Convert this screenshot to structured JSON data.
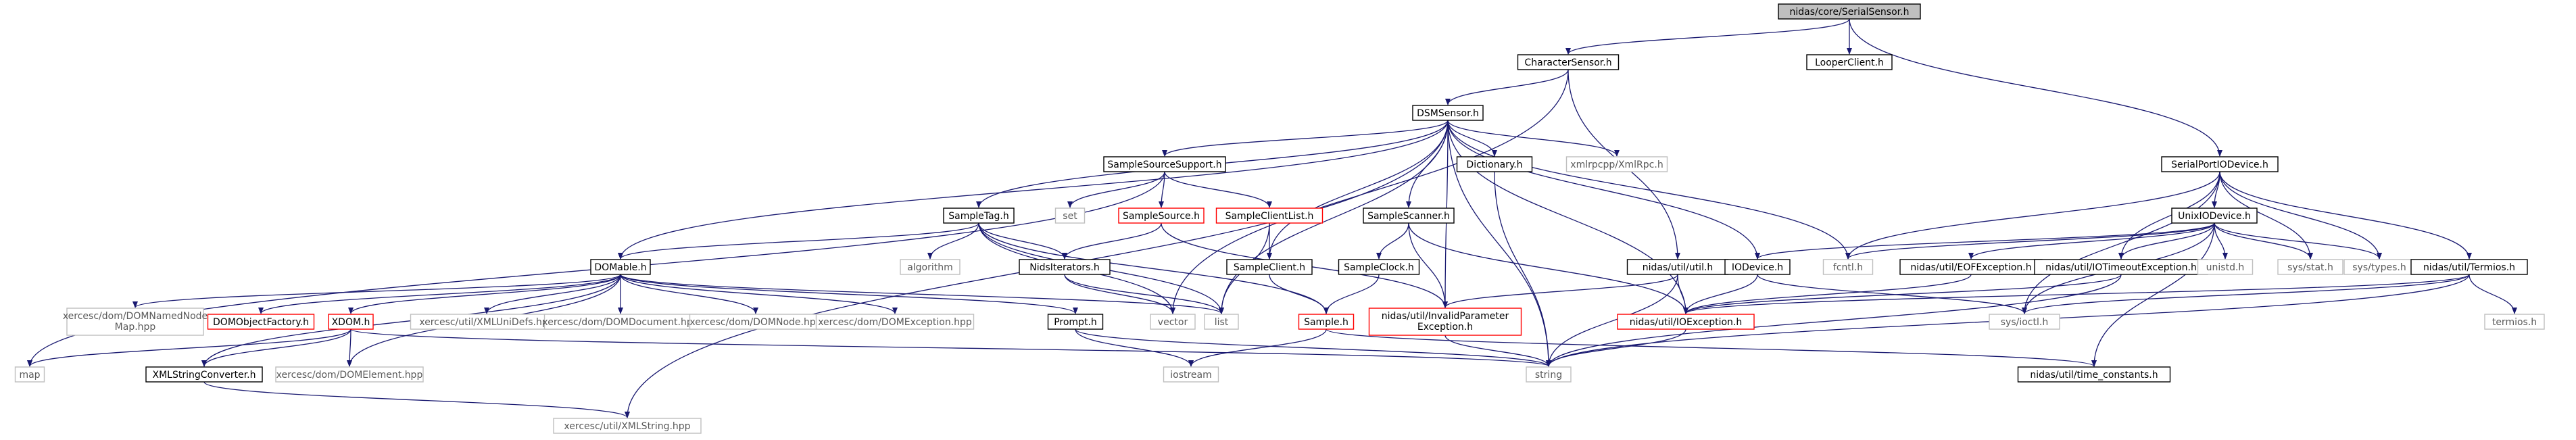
{
  "diagram": {
    "colors": {
      "edge": "#191970",
      "root_fill": "#bfbfbf",
      "documented_border": "#000000",
      "undocumented_border": "#ff0000",
      "external_border": "#bfbfbf",
      "external_text": "#595959",
      "text": "#000000"
    },
    "nodes": [
      {
        "id": "SerialSensor",
        "label": "nidas/core/SerialSensor.h",
        "kind": "root"
      },
      {
        "id": "CharacterSensor",
        "label": "CharacterSensor.h",
        "kind": "documented"
      },
      {
        "id": "LooperClient",
        "label": "LooperClient.h",
        "kind": "documented"
      },
      {
        "id": "SerialPortIODevice",
        "label": "SerialPortIODevice.h",
        "kind": "documented"
      },
      {
        "id": "DSMSensor",
        "label": "DSMSensor.h",
        "kind": "documented"
      },
      {
        "id": "SampleSourceSupport",
        "label": "SampleSourceSupport.h",
        "kind": "documented"
      },
      {
        "id": "SampleTag",
        "label": "SampleTag.h",
        "kind": "documented"
      },
      {
        "id": "set",
        "label": "set",
        "kind": "external"
      },
      {
        "id": "SampleSource",
        "label": "SampleSource.h",
        "kind": "undocumented"
      },
      {
        "id": "SampleClientList",
        "label": "SampleClientList.h",
        "kind": "undocumented"
      },
      {
        "id": "SampleScanner",
        "label": "SampleScanner.h",
        "kind": "documented"
      },
      {
        "id": "Dictionary",
        "label": "Dictionary.h",
        "kind": "documented"
      },
      {
        "id": "xmlrpc",
        "label": "xmlrpcpp/XmlRpc.h",
        "kind": "external"
      },
      {
        "id": "UnixIODevice",
        "label": "UnixIODevice.h",
        "kind": "documented"
      },
      {
        "id": "algorithm",
        "label": "algorithm",
        "kind": "external"
      },
      {
        "id": "NidsIterators",
        "label": "NidsIterators.h",
        "kind": "documented"
      },
      {
        "id": "SampleClient",
        "label": "SampleClient.h",
        "kind": "documented"
      },
      {
        "id": "SampleClock",
        "label": "SampleClock.h",
        "kind": "documented"
      },
      {
        "id": "nidasutil",
        "label": "nidas/util/util.h",
        "kind": "documented"
      },
      {
        "id": "IODevice",
        "label": "IODevice.h",
        "kind": "documented"
      },
      {
        "id": "fcntl",
        "label": "fcntl.h",
        "kind": "external"
      },
      {
        "id": "EOFException",
        "label": "nidas/util/EOFException.h",
        "kind": "documented"
      },
      {
        "id": "IOTimeoutException",
        "label": "nidas/util/IOTimeoutException.h",
        "kind": "documented"
      },
      {
        "id": "unistd",
        "label": "unistd.h",
        "kind": "external"
      },
      {
        "id": "sysstat",
        "label": "sys/stat.h",
        "kind": "external"
      },
      {
        "id": "systypes",
        "label": "sys/types.h",
        "kind": "external"
      },
      {
        "id": "Termios",
        "label": "nidas/util/Termios.h",
        "kind": "documented"
      },
      {
        "id": "DOMable",
        "label": "DOMable.h",
        "kind": "documented"
      },
      {
        "id": "NamedNodeMap",
        "label": "xercesc/dom/DOMNamedNode\nMap.hpp",
        "kind": "external"
      },
      {
        "id": "DOMObjectFactory",
        "label": "DOMObjectFactory.h",
        "kind": "undocumented"
      },
      {
        "id": "XDOM",
        "label": "XDOM.h",
        "kind": "undocumented"
      },
      {
        "id": "XMLUniDefs",
        "label": "xercesc/util/XMLUniDefs.hpp",
        "kind": "external"
      },
      {
        "id": "DOMDocument",
        "label": "xercesc/dom/DOMDocument.hpp",
        "kind": "external"
      },
      {
        "id": "DOMNode",
        "label": "xercesc/dom/DOMNode.hpp",
        "kind": "external"
      },
      {
        "id": "DOMException",
        "label": "xercesc/dom/DOMException.hpp",
        "kind": "external"
      },
      {
        "id": "Prompt",
        "label": "Prompt.h",
        "kind": "documented"
      },
      {
        "id": "vector",
        "label": "vector",
        "kind": "external"
      },
      {
        "id": "list",
        "label": "list",
        "kind": "external"
      },
      {
        "id": "Sample",
        "label": "Sample.h",
        "kind": "undocumented"
      },
      {
        "id": "InvalidParam",
        "label": "nidas/util/InvalidParameter\nException.h",
        "kind": "undocumented"
      },
      {
        "id": "IOException",
        "label": "nidas/util/IOException.h",
        "kind": "undocumented"
      },
      {
        "id": "sysioctl",
        "label": "sys/ioctl.h",
        "kind": "external"
      },
      {
        "id": "termios",
        "label": "termios.h",
        "kind": "external"
      },
      {
        "id": "map",
        "label": "map",
        "kind": "external"
      },
      {
        "id": "XMLStringConverter",
        "label": "XMLStringConverter.h",
        "kind": "documented"
      },
      {
        "id": "DOMElement",
        "label": "xercesc/dom/DOMElement.hpp",
        "kind": "external"
      },
      {
        "id": "iostream",
        "label": "iostream",
        "kind": "external"
      },
      {
        "id": "string",
        "label": "string",
        "kind": "external"
      },
      {
        "id": "timeconst",
        "label": "nidas/util/time_constants.h",
        "kind": "documented"
      },
      {
        "id": "XMLString",
        "label": "xercesc/util/XMLString.hpp",
        "kind": "external"
      }
    ],
    "edges": [
      [
        "SerialSensor",
        "CharacterSensor"
      ],
      [
        "SerialSensor",
        "LooperClient"
      ],
      [
        "SerialSensor",
        "SerialPortIODevice"
      ],
      [
        "CharacterSensor",
        "DSMSensor"
      ],
      [
        "CharacterSensor",
        "nidasutil"
      ],
      [
        "CharacterSensor",
        "vector"
      ],
      [
        "DSMSensor",
        "SampleSourceSupport"
      ],
      [
        "DSMSensor",
        "SampleTag"
      ],
      [
        "DSMSensor",
        "SampleScanner"
      ],
      [
        "DSMSensor",
        "Dictionary"
      ],
      [
        "DSMSensor",
        "xmlrpc"
      ],
      [
        "DSMSensor",
        "IODevice"
      ],
      [
        "DSMSensor",
        "fcntl"
      ],
      [
        "DSMSensor",
        "DOMable"
      ],
      [
        "DSMSensor",
        "SampleClient"
      ],
      [
        "DSMSensor",
        "InvalidParam"
      ],
      [
        "DSMSensor",
        "IOException"
      ],
      [
        "DSMSensor",
        "string"
      ],
      [
        "DSMSensor",
        "list"
      ],
      [
        "DSMSensor",
        "XMLString"
      ],
      [
        "SampleSourceSupport",
        "set"
      ],
      [
        "SampleSourceSupport",
        "SampleSource"
      ],
      [
        "SampleSourceSupport",
        "SampleClientList"
      ],
      [
        "SampleSourceSupport",
        "map"
      ],
      [
        "SampleTag",
        "algorithm"
      ],
      [
        "SampleTag",
        "NidsIterators"
      ],
      [
        "SampleTag",
        "DOMable"
      ],
      [
        "SampleTag",
        "Sample"
      ],
      [
        "SampleTag",
        "vector"
      ],
      [
        "SampleTag",
        "list"
      ],
      [
        "SampleSource",
        "NidsIterators"
      ],
      [
        "SampleSource",
        "InvalidParam"
      ],
      [
        "SampleClientList",
        "SampleClient"
      ],
      [
        "SampleClientList",
        "list"
      ],
      [
        "SampleScanner",
        "SampleClock"
      ],
      [
        "SampleScanner",
        "InvalidParam"
      ],
      [
        "SampleScanner",
        "IOException"
      ],
      [
        "Dictionary",
        "string"
      ],
      [
        "SerialPortIODevice",
        "UnixIODevice"
      ],
      [
        "SerialPortIODevice",
        "Termios"
      ],
      [
        "SerialPortIODevice",
        "IOTimeoutException"
      ],
      [
        "SerialPortIODevice",
        "sysstat"
      ],
      [
        "SerialPortIODevice",
        "systypes"
      ],
      [
        "SerialPortIODevice",
        "sysioctl"
      ],
      [
        "SerialPortIODevice",
        "fcntl"
      ],
      [
        "UnixIODevice",
        "IODevice"
      ],
      [
        "UnixIODevice",
        "fcntl"
      ],
      [
        "UnixIODevice",
        "EOFException"
      ],
      [
        "UnixIODevice",
        "IOTimeoutException"
      ],
      [
        "UnixIODevice",
        "unistd"
      ],
      [
        "UnixIODevice",
        "sysstat"
      ],
      [
        "UnixIODevice",
        "systypes"
      ],
      [
        "UnixIODevice",
        "sysioctl"
      ],
      [
        "UnixIODevice",
        "timeconst"
      ],
      [
        "NidsIterators",
        "vector"
      ],
      [
        "NidsIterators",
        "list"
      ],
      [
        "SampleClient",
        "Sample"
      ],
      [
        "SampleClock",
        "Sample"
      ],
      [
        "nidasutil",
        "InvalidParam"
      ],
      [
        "nidasutil",
        "IOException"
      ],
      [
        "nidasutil",
        "string"
      ],
      [
        "IODevice",
        "IOException"
      ],
      [
        "IODevice",
        "sysioctl"
      ],
      [
        "EOFException",
        "IOException"
      ],
      [
        "IOTimeoutException",
        "IOException"
      ],
      [
        "IOTimeoutException",
        "string"
      ],
      [
        "Termios",
        "IOException"
      ],
      [
        "Termios",
        "sysioctl"
      ],
      [
        "Termios",
        "termios"
      ],
      [
        "Termios",
        "string"
      ],
      [
        "DOMable",
        "NamedNodeMap"
      ],
      [
        "DOMable",
        "DOMObjectFactory"
      ],
      [
        "DOMable",
        "XDOM"
      ],
      [
        "DOMable",
        "XMLUniDefs"
      ],
      [
        "DOMable",
        "DOMDocument"
      ],
      [
        "DOMable",
        "DOMNode"
      ],
      [
        "DOMable",
        "DOMException"
      ],
      [
        "DOMable",
        "Prompt"
      ],
      [
        "DOMable",
        "list"
      ],
      [
        "DOMable",
        "DOMElement"
      ],
      [
        "DOMable",
        "XMLStringConverter"
      ],
      [
        "XDOM",
        "map"
      ],
      [
        "XDOM",
        "XMLStringConverter"
      ],
      [
        "XDOM",
        "DOMElement"
      ],
      [
        "XDOM",
        "string"
      ],
      [
        "XMLStringConverter",
        "XMLString"
      ],
      [
        "Prompt",
        "iostream"
      ],
      [
        "Prompt",
        "string"
      ],
      [
        "Sample",
        "iostream"
      ],
      [
        "Sample",
        "timeconst"
      ],
      [
        "InvalidParam",
        "string"
      ],
      [
        "IOException",
        "string"
      ]
    ]
  }
}
